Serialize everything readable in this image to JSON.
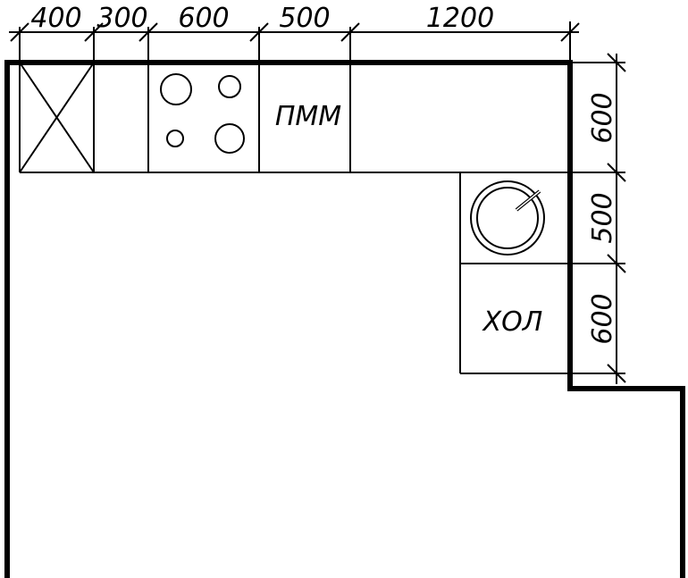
{
  "top_dimensions": [
    "400",
    "300",
    "600",
    "500",
    "1200"
  ],
  "side_dimensions": [
    "600",
    "500",
    "600"
  ],
  "modules": {
    "dishwasher_label": "ПММ",
    "fridge_label": "ХОЛ"
  },
  "colors": {
    "line": "#000000",
    "background": "#ffffff"
  }
}
